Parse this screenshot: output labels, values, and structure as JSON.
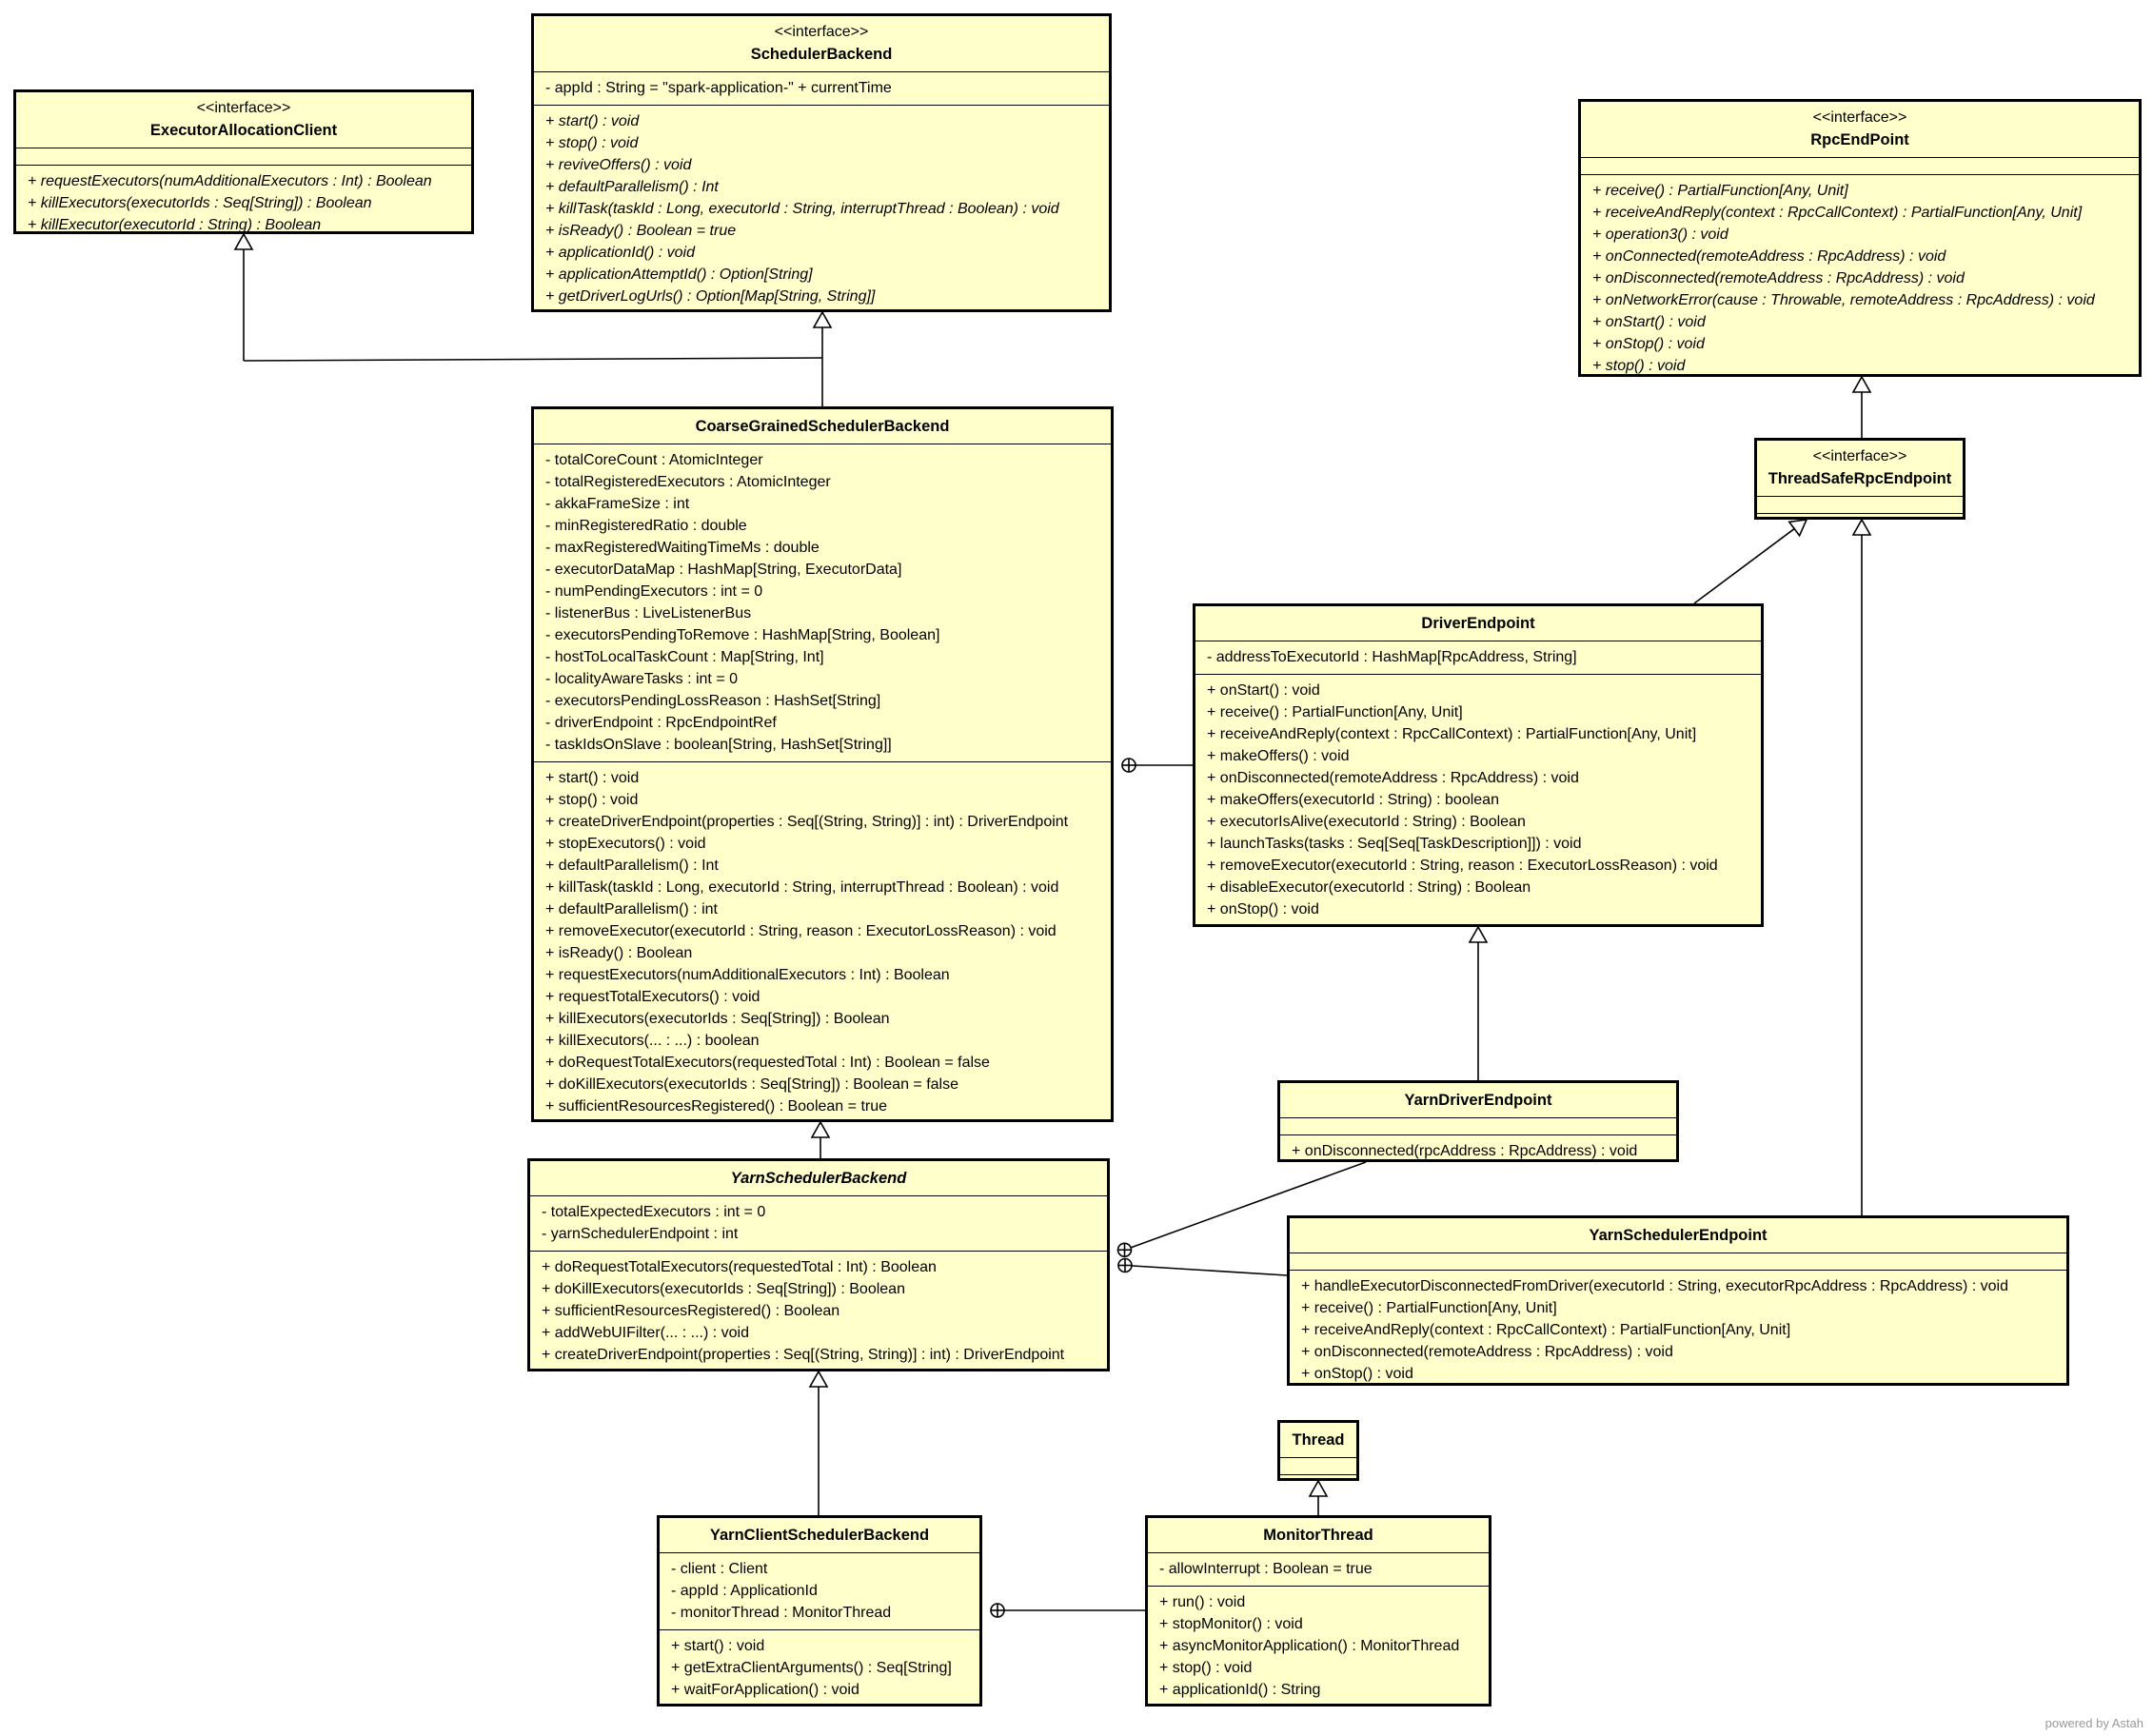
{
  "classes": [
    {
      "id": "sb",
      "stereotype": "<<interface>>",
      "name": "SchedulerBackend",
      "attributes": [
        "- appId : String = \"spark-application-\" + currentTime"
      ],
      "operations": [
        "+ start() : void",
        "+ stop() : void",
        "+ reviveOffers() : void",
        "+ defaultParallelism() : Int",
        "+ killTask(taskId : Long, executorId : String, interruptThread : Boolean) : void",
        "+ isReady() : Boolean = true",
        "+ applicationId() : void",
        "+ applicationAttemptId() : Option[String]",
        "+ getDriverLogUrls() : Option[Map[String, String]]"
      ],
      "italic_ops": true
    },
    {
      "id": "eac",
      "stereotype": "<<interface>>",
      "name": "ExecutorAllocationClient",
      "attributes": [],
      "operations": [
        "+ requestExecutors(numAdditionalExecutors : Int) : Boolean",
        "+ killExecutors(executorIds : Seq[String]) : Boolean",
        "+ killExecutor(executorId : String) : Boolean"
      ],
      "italic_ops": true
    },
    {
      "id": "rpc",
      "stereotype": "<<interface>>",
      "name": "RpcEndPoint",
      "attributes": [],
      "operations": [
        "+ receive() : PartialFunction[Any, Unit]",
        "+ receiveAndReply(context : RpcCallContext) : PartialFunction[Any, Unit]",
        "+ operation3() : void",
        "+ onConnected(remoteAddress : RpcAddress) : void",
        "+ onDisconnected(remoteAddress : RpcAddress) : void",
        "+ onNetworkError(cause : Throwable, remoteAddress : RpcAddress) : void",
        "+ onStart() : void",
        "+ onStop() : void",
        "+ stop() : void"
      ],
      "italic_ops": true
    },
    {
      "id": "tsre",
      "stereotype": "<<interface>>",
      "name": "ThreadSafeRpcEndpoint",
      "attributes": [],
      "operations": [],
      "italic_ops": false
    },
    {
      "id": "cgsb",
      "stereotype": "",
      "name": "CoarseGrainedSchedulerBackend",
      "attributes": [
        "- totalCoreCount : AtomicInteger",
        "- totalRegisteredExecutors : AtomicInteger",
        "- akkaFrameSize : int",
        "- minRegisteredRatio : double",
        "- maxRegisteredWaitingTimeMs : double",
        "- executorDataMap : HashMap[String, ExecutorData]",
        "- numPendingExecutors : int = 0",
        "- listenerBus : LiveListenerBus",
        "- executorsPendingToRemove : HashMap[String, Boolean]",
        "- hostToLocalTaskCount : Map[String, Int]",
        "- localityAwareTasks : int = 0",
        "- executorsPendingLossReason : HashSet[String]",
        "- driverEndpoint : RpcEndpointRef",
        "- taskIdsOnSlave : boolean[String, HashSet[String]]"
      ],
      "operations": [
        "+ start() : void",
        "+ stop() : void",
        "+ createDriverEndpoint(properties : Seq[(String, String)] : int) : DriverEndpoint",
        "+ stopExecutors() : void",
        "+ defaultParallelism() : Int",
        "+ killTask(taskId : Long, executorId : String, interruptThread : Boolean) : void",
        "+ defaultParallelism() : int",
        "+ removeExecutor(executorId : String, reason : ExecutorLossReason) : void",
        "+ isReady() : Boolean",
        "+ requestExecutors(numAdditionalExecutors : Int) : Boolean",
        "+ requestTotalExecutors() : void",
        "+ killExecutors(executorIds : Seq[String]) : Boolean",
        "+ killExecutors(... : ...) : boolean",
        "+ doRequestTotalExecutors(requestedTotal : Int) : Boolean = false",
        "+ doKillExecutors(executorIds : Seq[String]) : Boolean = false",
        "+ sufficientResourcesRegistered() : Boolean = true"
      ],
      "italic_ops": false
    },
    {
      "id": "de",
      "stereotype": "",
      "name": "DriverEndpoint",
      "attributes": [
        "- addressToExecutorId : HashMap[RpcAddress, String]"
      ],
      "operations": [
        "+ onStart() : void",
        "+ receive() : PartialFunction[Any, Unit]",
        "+ receiveAndReply(context : RpcCallContext) : PartialFunction[Any, Unit]",
        "+ makeOffers() : void",
        "+ onDisconnected(remoteAddress : RpcAddress) : void",
        "+ makeOffers(executorId : String) : boolean",
        "+ executorIsAlive(executorId : String) : Boolean",
        "+ launchTasks(tasks : Seq[Seq[TaskDescription]]) : void",
        "+ removeExecutor(executorId : String, reason : ExecutorLossReason) : void",
        "+ disableExecutor(executorId : String) : Boolean",
        "+ onStop() : void"
      ],
      "italic_ops": false
    },
    {
      "id": "yde",
      "stereotype": "",
      "name": "YarnDriverEndpoint",
      "attributes": [],
      "operations": [
        "+ onDisconnected(rpcAddress : RpcAddress) : void"
      ],
      "italic_ops": false
    },
    {
      "id": "ysb",
      "stereotype": "",
      "name": "YarnSchedulerBackend",
      "abstract": true,
      "attributes": [
        "- totalExpectedExecutors : int = 0",
        "- yarnSchedulerEndpoint : int"
      ],
      "operations": [
        "+ doRequestTotalExecutors(requestedTotal : Int) : Boolean",
        "+ doKillExecutors(executorIds : Seq[String]) : Boolean",
        "+ sufficientResourcesRegistered() : Boolean",
        "+ addWebUIFilter(... : ...) : void",
        "+ createDriverEndpoint(properties : Seq[(String, String)] : int) : DriverEndpoint"
      ],
      "italic_ops": false
    },
    {
      "id": "yse",
      "stereotype": "",
      "name": "YarnSchedulerEndpoint",
      "attributes": [],
      "operations": [
        "+ handleExecutorDisconnectedFromDriver(executorId : String, executorRpcAddress : RpcAddress) : void",
        "+ receive() : PartialFunction[Any, Unit]",
        "+ receiveAndReply(context : RpcCallContext) : PartialFunction[Any, Unit]",
        "+ onDisconnected(remoteAddress : RpcAddress) : void",
        "+ onStop() : void"
      ],
      "italic_ops": false
    },
    {
      "id": "thr",
      "stereotype": "",
      "name": "Thread",
      "attributes": [],
      "operations": [],
      "italic_ops": false
    },
    {
      "id": "ycsb",
      "stereotype": "",
      "name": "YarnClientSchedulerBackend",
      "attributes": [
        "- client : Client",
        "- appId : ApplicationId",
        "- monitorThread : MonitorThread"
      ],
      "operations": [
        "+ start() : void",
        "+ getExtraClientArguments() : Seq[String]",
        "+ waitForApplication() : void"
      ],
      "italic_ops": false
    },
    {
      "id": "mt",
      "stereotype": "",
      "name": "MonitorThread",
      "attributes": [
        "- allowInterrupt : Boolean = true"
      ],
      "operations": [
        "+ run() : void",
        "+ stopMonitor() : void",
        "+ asyncMonitorApplication() : MonitorThread",
        "+ stop() : void",
        "+ applicationId() : String"
      ],
      "italic_ops": false
    }
  ],
  "relationships": [
    {
      "type": "generalization",
      "from": "cgsb",
      "to": "sb"
    },
    {
      "type": "generalization",
      "from": "cgsb",
      "to": "eac"
    },
    {
      "type": "generalization",
      "from": "tsre",
      "to": "rpc"
    },
    {
      "type": "generalization",
      "from": "de",
      "to": "tsre"
    },
    {
      "type": "generalization",
      "from": "yse",
      "to": "tsre"
    },
    {
      "type": "generalization",
      "from": "yde",
      "to": "de"
    },
    {
      "type": "generalization",
      "from": "ysb",
      "to": "cgsb"
    },
    {
      "type": "generalization",
      "from": "ycsb",
      "to": "ysb"
    },
    {
      "type": "generalization",
      "from": "mt",
      "to": "thr"
    },
    {
      "type": "nesting",
      "from": "de",
      "to": "cgsb"
    },
    {
      "type": "nesting",
      "from": "yde",
      "to": "ysb"
    },
    {
      "type": "nesting",
      "from": "yse",
      "to": "ysb"
    },
    {
      "type": "nesting",
      "from": "mt",
      "to": "ycsb"
    }
  ],
  "footer": {
    "text": "powered by Astah"
  }
}
